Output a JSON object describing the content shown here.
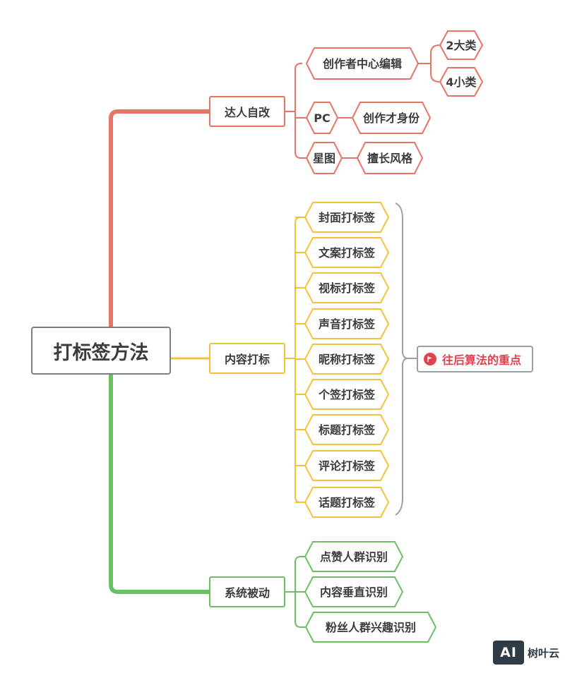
{
  "root": {
    "label": "打标签方法"
  },
  "colors": {
    "red": "#e87466",
    "yellow": "#f2c23c",
    "green": "#6cc064",
    "gray": "#9aa0a6",
    "accent": "#e0424e",
    "text": "#3c3c3c"
  },
  "branches": [
    {
      "label": "达人自改",
      "color": "red",
      "children": [
        {
          "label": "创作者中心编辑",
          "children": [
            {
              "label": "2大类"
            },
            {
              "label": "4小类"
            }
          ]
        },
        {
          "label": "PC",
          "children": [
            {
              "label": "创作才身份"
            }
          ]
        },
        {
          "label": "星图",
          "children": [
            {
              "label": "擅长风格"
            }
          ]
        }
      ]
    },
    {
      "label": "内容打标",
      "color": "yellow",
      "children": [
        {
          "label": "封面打标签"
        },
        {
          "label": "文案打标签"
        },
        {
          "label": "视标打标签"
        },
        {
          "label": "声音打标签"
        },
        {
          "label": "昵称打标签"
        },
        {
          "label": "个签打标签"
        },
        {
          "label": "标题打标签"
        },
        {
          "label": "评论打标签"
        },
        {
          "label": "话题打标签"
        }
      ],
      "summary": {
        "label": "往后算法的重点",
        "icon": "flag-icon"
      }
    },
    {
      "label": "系统被动",
      "color": "green",
      "children": [
        {
          "label": "点赞人群识别"
        },
        {
          "label": "内容垂直识别"
        },
        {
          "label": "粉丝人群兴趣识别"
        }
      ]
    }
  ],
  "watermark": {
    "logo": "AI",
    "text": "树叶云"
  }
}
